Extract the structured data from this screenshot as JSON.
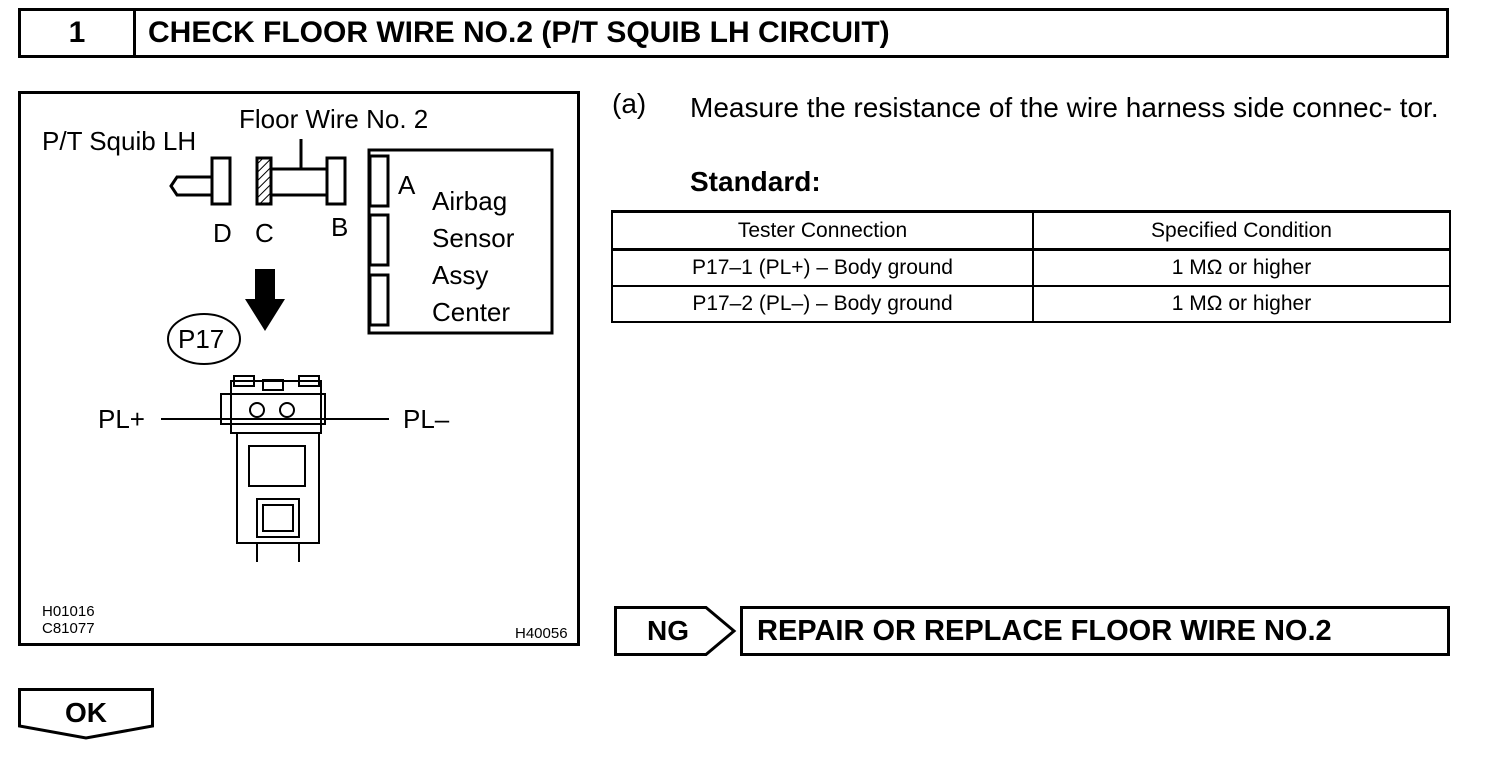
{
  "step": {
    "number": "1",
    "title": "CHECK FLOOR WIRE NO.2 (P/T SQUIB LH CIRCUIT)"
  },
  "figure": {
    "labels": {
      "floor_wire": "Floor Wire No. 2",
      "squib": "P/T Squib LH",
      "connector_a": "A",
      "connector_b": "B",
      "connector_c": "C",
      "connector_d": "D",
      "airbag_line1": "Airbag",
      "airbag_line2": "Sensor",
      "airbag_line3": "Assy",
      "airbag_line4": "Center",
      "connector_id": "P17",
      "pin_plus": "PL+",
      "pin_minus": "PL–"
    },
    "codes": {
      "code1": "H01016",
      "code2": "C81077",
      "code3": "H40056"
    }
  },
  "instruction": {
    "letter": "(a)",
    "text": "Measure the resistance of the wire harness side connec- tor.",
    "standard_label": "Standard:"
  },
  "table": {
    "headers": [
      "Tester Connection",
      "Specified Condition"
    ],
    "rows": [
      [
        "P17–1 (PL+) – Body ground",
        "1 MΩ or higher"
      ],
      [
        "P17–2 (PL–) – Body ground",
        "1 MΩ or higher"
      ]
    ]
  },
  "ng": {
    "label": "NG",
    "action": "REPAIR OR REPLACE FLOOR WIRE NO.2"
  },
  "ok": {
    "label": "OK"
  }
}
